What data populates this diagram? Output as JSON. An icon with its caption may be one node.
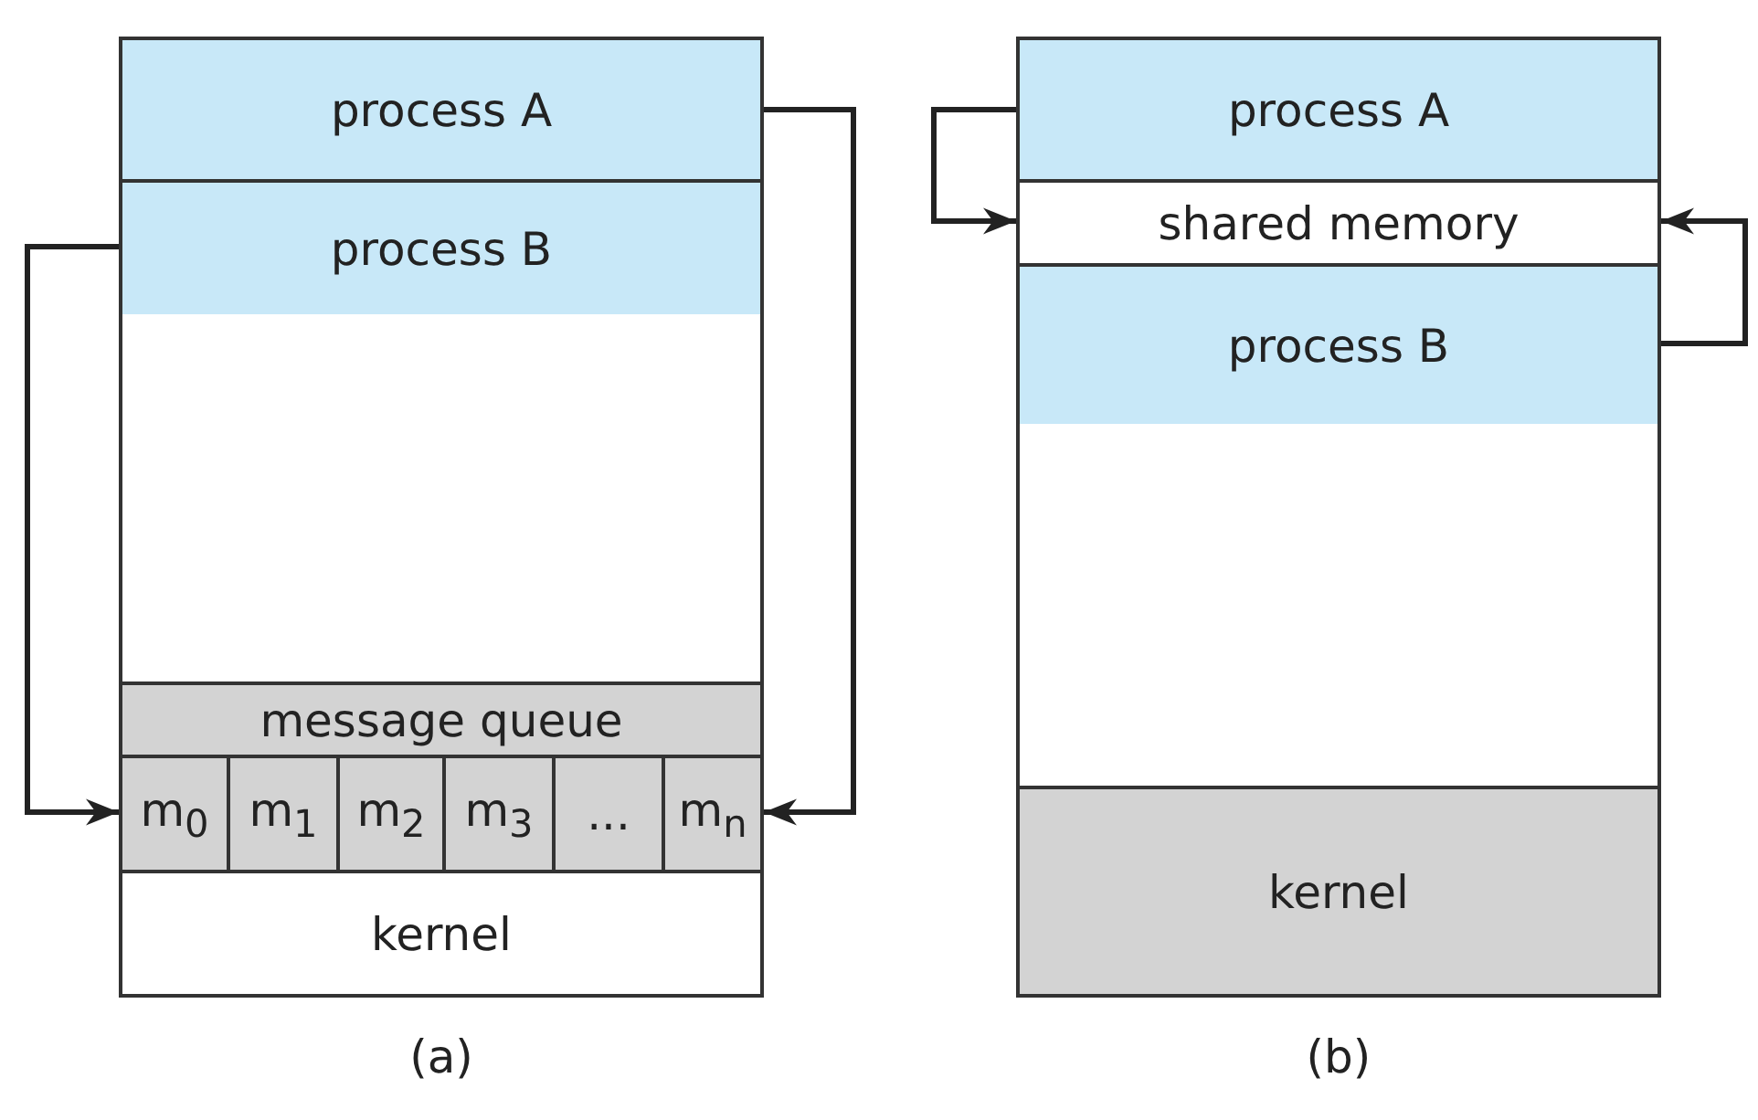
{
  "diagram": {
    "nodes": [
      {
        "text": [],
        "shape": "box",
        "beside": [
          "(a)"
        ]
      },
      {
        "text": [
          "process A"
        ],
        "in": 0
      },
      {
        "text": [
          "process B"
        ],
        "in": 0
      },
      {
        "text": [
          "message queue"
        ],
        "in": 0
      },
      {
        "text": [
          "m$_{0}$"
        ],
        "in": 0
      },
      {
        "text": [
          "m$_{1}$"
        ],
        "in": 0
      },
      {
        "text": [
          "m$_{2}$"
        ],
        "in": 0
      },
      {
        "text": [
          "m$_{3}$"
        ],
        "in": 0
      },
      {
        "text": [
          "..."
        ],
        "in": 0
      },
      {
        "text": [
          "m$_{n}$"
        ],
        "in": 0
      },
      {
        "text": [
          "kernel"
        ],
        "in": 0
      },
      {
        "text": [],
        "shape": "box",
        "beside": [
          "(b)"
        ]
      },
      {
        "text": [
          "process A"
        ],
        "in": 11
      },
      {
        "text": [
          "shared memory"
        ],
        "in": 11
      },
      {
        "text": [
          "process B"
        ],
        "in": 11
      },
      {
        "text": [
          "kernel"
        ],
        "in": 11
      }
    ],
    "edges": [
      {
        "from": 1,
        "to": 9,
        "arrow": "to"
      },
      {
        "from": 2,
        "to": 4,
        "arrow": "to"
      },
      {
        "from": 12,
        "to": 13,
        "arrow": "to"
      },
      {
        "from": 14,
        "to": 13,
        "arrow": "to"
      }
    ]
  }
}
